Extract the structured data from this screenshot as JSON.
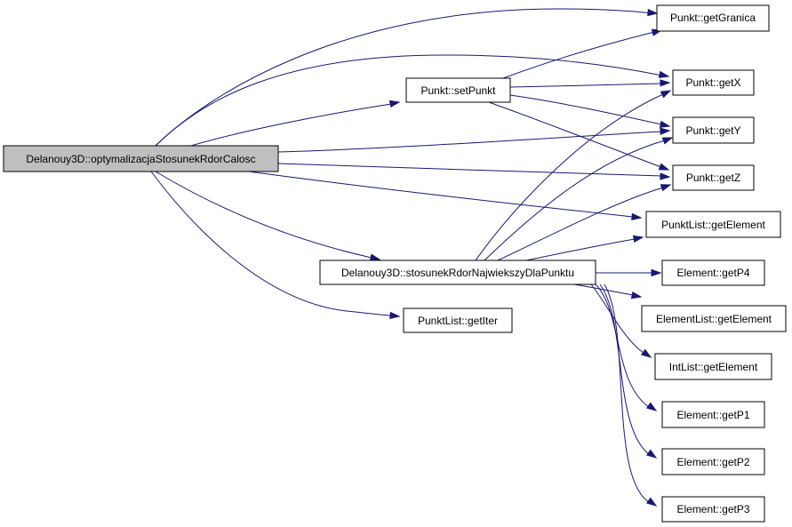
{
  "diagram": {
    "type": "call-graph",
    "colors": {
      "edge": "#191970",
      "root_fill": "#bfbfbf",
      "node_fill": "#ffffff",
      "node_border": "#000000"
    },
    "nodes": {
      "root": "Delanouy3D::optymalizacjaStosunekRdorCalosc",
      "setPunkt": "Punkt::setPunkt",
      "stosunek": "Delanouy3D::stosunekRdorNajwiekszyDlaPunktu",
      "getIter": "PunktList::getIter",
      "getGranica": "Punkt::getGranica",
      "getX": "Punkt::getX",
      "getY": "Punkt::getY",
      "getZ": "Punkt::getZ",
      "punktListGetElement": "PunktList::getElement",
      "getP4": "Element::getP4",
      "elementListGetElement": "ElementList::getElement",
      "intListGetElement": "IntList::getElement",
      "getP1": "Element::getP1",
      "getP2": "Element::getP2",
      "getP3": "Element::getP3"
    },
    "edges": [
      [
        "root",
        "getGranica"
      ],
      [
        "root",
        "getX"
      ],
      [
        "root",
        "setPunkt"
      ],
      [
        "root",
        "getY"
      ],
      [
        "root",
        "getZ"
      ],
      [
        "root",
        "punktListGetElement"
      ],
      [
        "root",
        "stosunek"
      ],
      [
        "root",
        "getIter"
      ],
      [
        "setPunkt",
        "getGranica"
      ],
      [
        "setPunkt",
        "getX"
      ],
      [
        "setPunkt",
        "getY"
      ],
      [
        "setPunkt",
        "getZ"
      ],
      [
        "stosunek",
        "getX"
      ],
      [
        "stosunek",
        "getY"
      ],
      [
        "stosunek",
        "getZ"
      ],
      [
        "stosunek",
        "punktListGetElement"
      ],
      [
        "stosunek",
        "getP4"
      ],
      [
        "stosunek",
        "elementListGetElement"
      ],
      [
        "stosunek",
        "intListGetElement"
      ],
      [
        "stosunek",
        "getP1"
      ],
      [
        "stosunek",
        "getP2"
      ],
      [
        "stosunek",
        "getP3"
      ]
    ]
  }
}
